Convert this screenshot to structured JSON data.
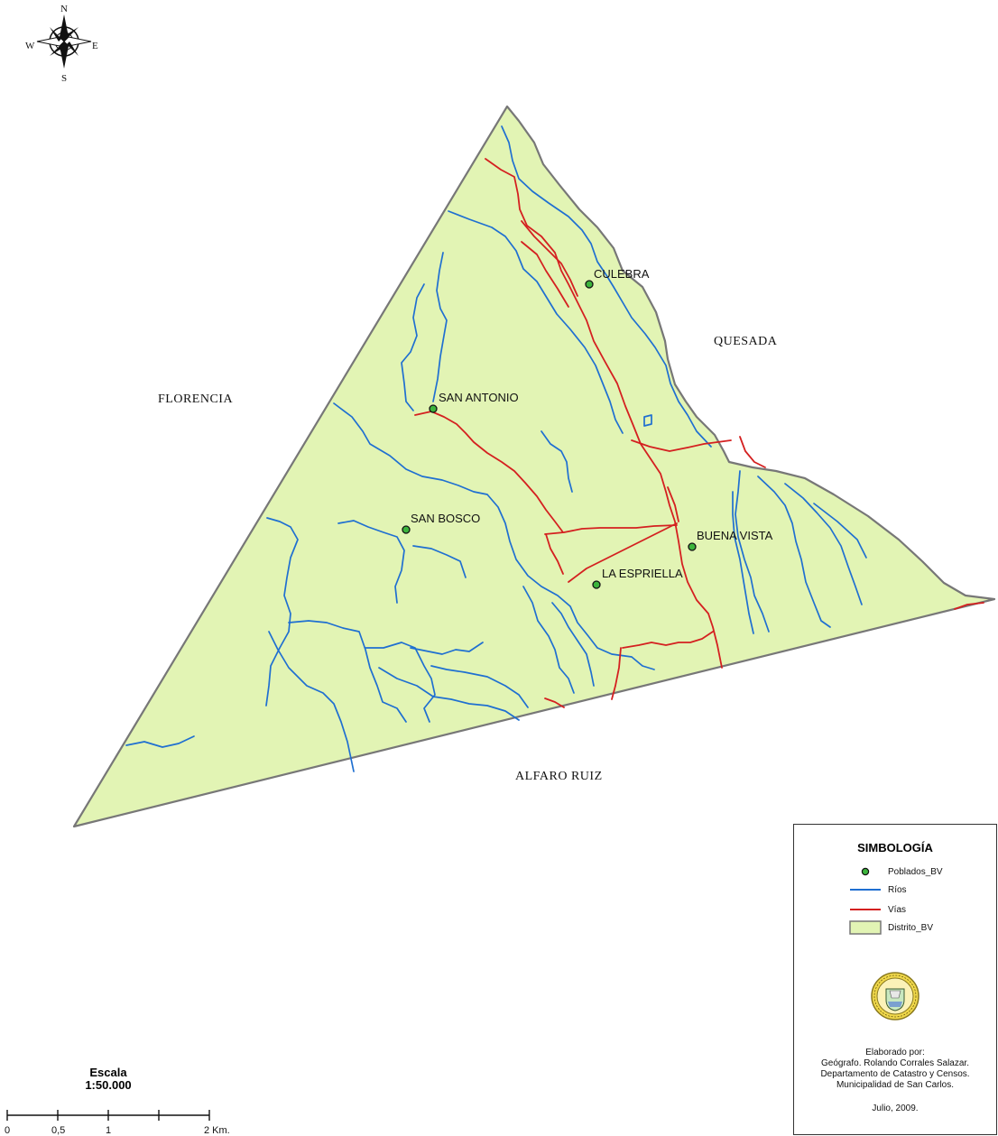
{
  "compass": {
    "n": "N",
    "s": "S",
    "e": "E",
    "w": "W"
  },
  "neighbors": {
    "florencia": "FLORENCIA",
    "quesada": "QUESADA",
    "alfaro_ruiz": "ALFARO RUIZ"
  },
  "places": [
    {
      "name": "CULEBRA"
    },
    {
      "name": "SAN ANTONIO"
    },
    {
      "name": "SAN BOSCO"
    },
    {
      "name": "BUENA VISTA"
    },
    {
      "name": "LA ESPRIELLA"
    }
  ],
  "legend": {
    "title": "SIMBOLOGÍA",
    "items": [
      "Poblados_BV",
      "Ríos",
      "Vías",
      "Distrito_BV"
    ],
    "credits": [
      "Elaborado por:",
      "Geógrafo. Rolando Corrales Salazar.",
      "Departamento de Catastro y Censos.",
      "Municipalidad de San Carlos."
    ],
    "date": "Julio, 2009."
  },
  "scale": {
    "title": "Escala",
    "ratio": "1:50.000",
    "ticks": [
      "0",
      "0,5",
      "1",
      "2 Km."
    ]
  },
  "colors": {
    "district": "#e2f4b4",
    "rivers": "#1f6fd1",
    "roads": "#d42020",
    "towns": "#3cb43c",
    "boundary": "#777777"
  }
}
